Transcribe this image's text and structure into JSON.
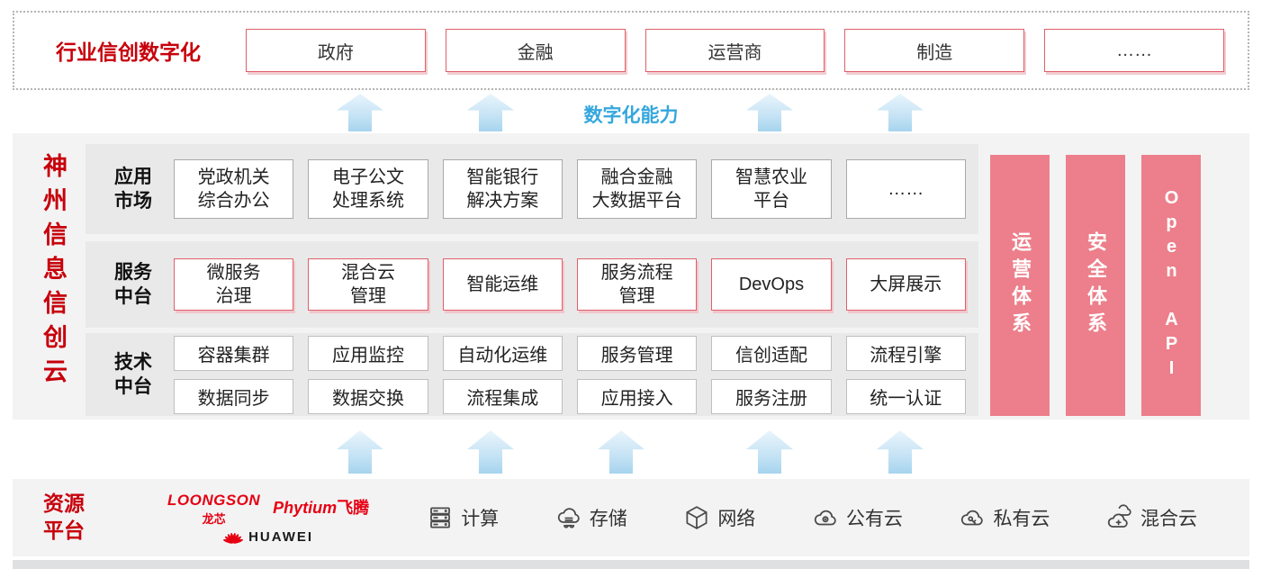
{
  "top_banner": {
    "title": "行业信创数字化",
    "boxes": [
      "政府",
      "金融",
      "运营商",
      "制造",
      "……"
    ]
  },
  "capability_label": "数字化能力",
  "main": {
    "vertical_title": "神州信息信创云",
    "app_row": {
      "label": "应用\n市场",
      "items": [
        "党政机关\n综合办公",
        "电子公文\n处理系统",
        "智能银行\n解决方案",
        "融合金融\n大数据平台",
        "智慧农业\n平台",
        "……"
      ]
    },
    "service_row": {
      "label": "服务\n中台",
      "items": [
        "微服务\n治理",
        "混合云\n管理",
        "智能运维",
        "服务流程\n管理",
        "DevOps",
        "大屏展示"
      ]
    },
    "tech_row": {
      "label": "技术\n中台",
      "row1": [
        "容器集群",
        "应用监控",
        "自动化运维",
        "服务管理",
        "信创适配",
        "流程引擎"
      ],
      "row2": [
        "数据同步",
        "数据交换",
        "流程集成",
        "应用接入",
        "服务注册",
        "统一认证"
      ]
    },
    "side_bars": [
      "运营体系",
      "安全体系",
      "Open API"
    ]
  },
  "resource": {
    "label": "资源\n平台",
    "logos": {
      "loongson_en": "LOONGSON",
      "loongson_cn": "龙芯",
      "phytium_en": "Phytium",
      "phytium_cn": "飞腾",
      "huawei": "HUAWEI"
    },
    "items": [
      {
        "icon": "compute-icon",
        "label": "计算"
      },
      {
        "icon": "storage-icon",
        "label": "存储"
      },
      {
        "icon": "network-icon",
        "label": "网络"
      },
      {
        "icon": "public-cloud-icon",
        "label": "公有云"
      },
      {
        "icon": "private-cloud-icon",
        "label": "私有云"
      },
      {
        "icon": "hybrid-cloud-icon",
        "label": "混合云"
      }
    ]
  },
  "colors": {
    "accent_red": "#c7000b",
    "logo_red": "#e60012",
    "box_border_red": "#df5f6b",
    "bar_pink": "#ec7f8b",
    "capability_blue": "#35a7dd",
    "arrow_blue": "#a6d4ee"
  }
}
